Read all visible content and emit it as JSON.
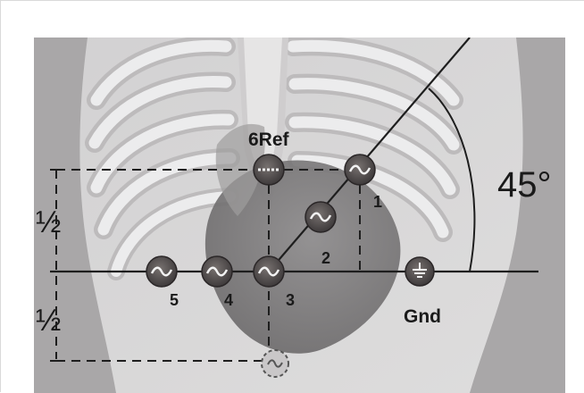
{
  "diagram": {
    "reference_label": "6Ref",
    "angle_label": "45°",
    "ground_label": "Gnd",
    "fraction_upper": "½",
    "fraction_lower": "½",
    "electrodes": [
      {
        "label": "1"
      },
      {
        "label": "2"
      },
      {
        "label": "3"
      },
      {
        "label": "4"
      },
      {
        "label": "5"
      }
    ],
    "colors": {
      "paper": "#d8d7d8",
      "bone": "#ececed",
      "bone_shadow": "#bfbdbe",
      "lung_dark": "#7c7a7b",
      "lung_mid": "#a3a1a2",
      "electrode": "#5a5556",
      "electrode_dark": "#3d393a",
      "line": "#1e1e1e"
    }
  }
}
